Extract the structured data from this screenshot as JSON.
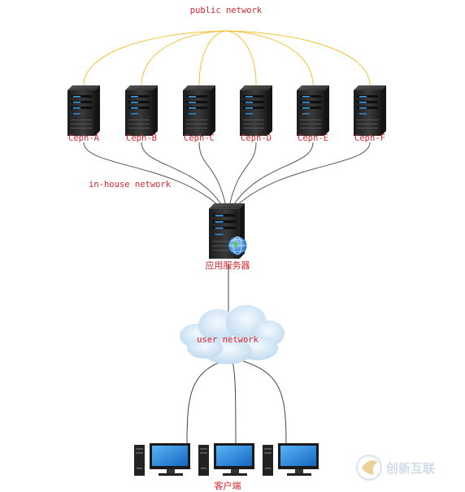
{
  "networks": {
    "public": "public network",
    "in_house": "in-house network",
    "user": "user network"
  },
  "ceph_nodes": [
    "Ceph-A",
    "Ceph-B",
    "Ceph-C",
    "Ceph-D",
    "Ceph-E",
    "Ceph-F"
  ],
  "app_server": {
    "label": "应用服务器",
    "icon": "server-globe-icon"
  },
  "clients": {
    "label": "客户端",
    "count": 3,
    "icon": "desktop-computer-icon"
  },
  "watermark": "创新互联",
  "colors": {
    "label_text": "#d8262c",
    "public_link": "#f2c12e",
    "in_house_link": "#555555",
    "user_link": "#444444",
    "server_body": "#2b2b2b",
    "server_light": "#3aa0e8",
    "cloud": "#d3e6f5"
  }
}
